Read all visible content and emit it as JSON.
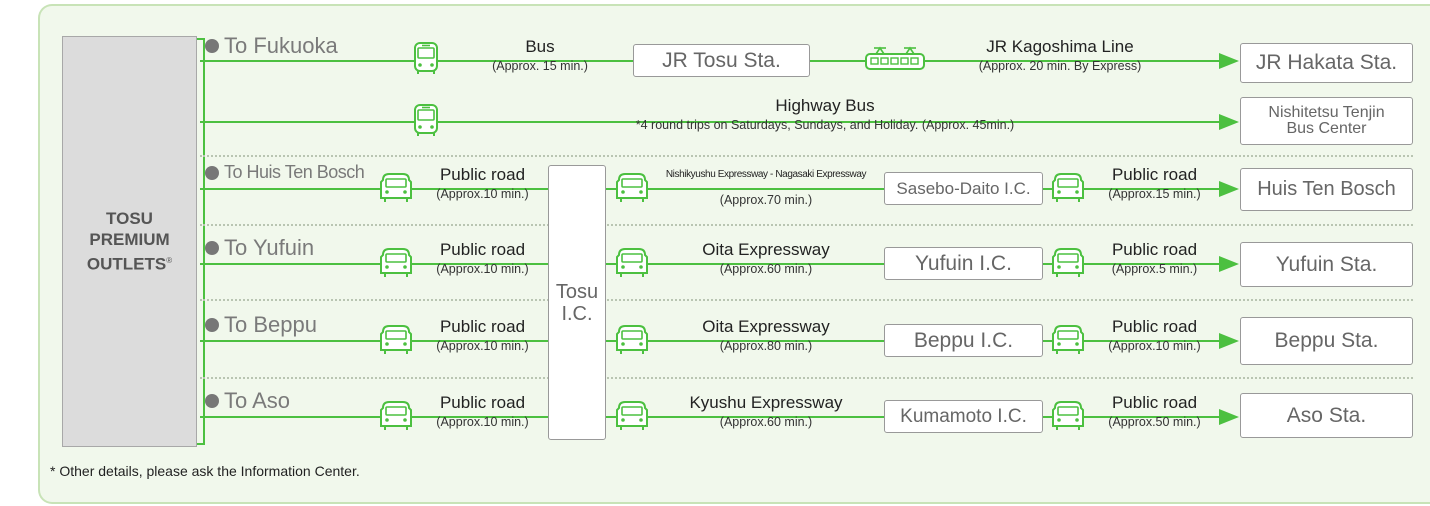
{
  "origin": {
    "name": "TOSU\nPREMIUM\nOUTLETS",
    "mark": "®"
  },
  "tosu_ic": "Tosu\nI.C.",
  "routes": {
    "fukuoka": {
      "label": "To Fukuoka",
      "bus": {
        "title": "Bus",
        "time": "(Approx. 15 min.)",
        "icon": "bus-icon"
      },
      "station": "JR Tosu Sta.",
      "train": {
        "title": "JR Kagoshima Line",
        "time": "(Approx. 20 min. By Express)",
        "icon": "train-icon"
      },
      "destination": "JR Hakata Sta."
    },
    "highway": {
      "bus": {
        "title": "Highway Bus",
        "time": "*4 round trips on Saturdays, Sundays, and Holiday.  (Approx. 45min.)",
        "icon": "bus-icon"
      },
      "destination": "Nishitetsu Tenjin\nBus Center"
    },
    "huis_ten_bosch": {
      "label": "To Huis Ten Bosch",
      "leg1": {
        "title": "Public road",
        "time": "(Approx.10 min.)",
        "icon": "car-icon"
      },
      "leg2": {
        "title": "Nishikyushu Expressway - Nagasaki Expressway",
        "time": "(Approx.70 min.)",
        "icon": "car-icon"
      },
      "interchange": "Sasebo-Daito I.C.",
      "leg3": {
        "title": "Public road",
        "time": "(Approx.15 min.)",
        "icon": "car-icon"
      },
      "destination": "Huis Ten Bosch"
    },
    "yufuin": {
      "label": "To Yufuin",
      "leg1": {
        "title": "Public road",
        "time": "(Approx.10 min.)",
        "icon": "car-icon"
      },
      "leg2": {
        "title": "Oita Expressway",
        "time": "(Approx.60 min.)",
        "icon": "car-icon"
      },
      "interchange": "Yufuin I.C.",
      "leg3": {
        "title": "Public road",
        "time": "(Approx.5 min.)",
        "icon": "car-icon"
      },
      "destination": "Yufuin Sta."
    },
    "beppu": {
      "label": "To Beppu",
      "leg1": {
        "title": "Public road",
        "time": "(Approx.10 min.)",
        "icon": "car-icon"
      },
      "leg2": {
        "title": "Oita Expressway",
        "time": "(Approx.80 min.)",
        "icon": "car-icon"
      },
      "interchange": "Beppu I.C.",
      "leg3": {
        "title": "Public road",
        "time": "(Approx.10 min.)",
        "icon": "car-icon"
      },
      "destination": "Beppu Sta."
    },
    "aso": {
      "label": "To Aso",
      "leg1": {
        "title": "Public road",
        "time": "(Approx.10 min.)",
        "icon": "car-icon"
      },
      "leg2": {
        "title": "Kyushu Expressway",
        "time": "(Approx.60 min.)",
        "icon": "car-icon"
      },
      "interchange": "Kumamoto I.C.",
      "leg3": {
        "title": "Public road",
        "time": "(Approx.50 min.)",
        "icon": "car-icon"
      },
      "destination": "Aso Sta."
    }
  },
  "footnote": "* Other details, please ask the Information Center.",
  "colors": {
    "line": "#4cc040",
    "panel": "#f1f8ec",
    "panel_border": "#c8e3b7",
    "origin_box": "#dcdcdc"
  }
}
